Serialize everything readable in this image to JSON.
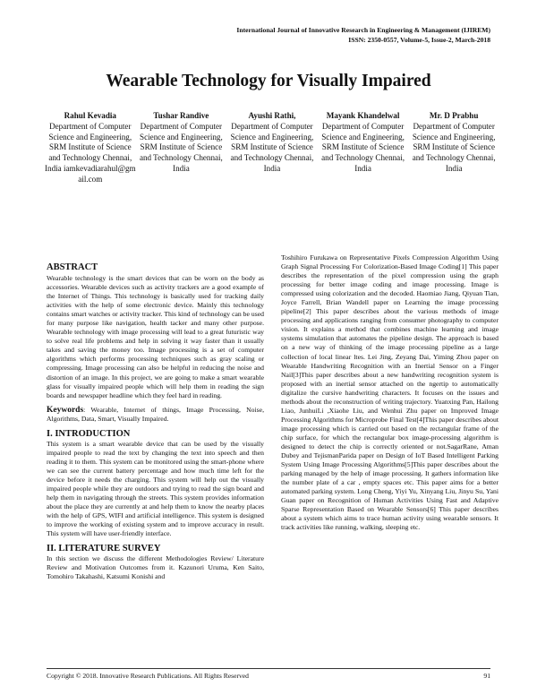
{
  "header": {
    "journal": "International Journal of Innovative Research in Engineering & Management (IJIREM)",
    "issn": "ISSN: 2350-0557, Volume-5, Issue-2, March-2018"
  },
  "title": "Wearable Technology for Visually Impaired",
  "authors": [
    {
      "name": "Rahul Kevadia",
      "affiliation": "Department of Computer Science and Engineering, SRM Institute of Science and Technology Chennai, India iamkevadiarahul@gm ail.com"
    },
    {
      "name": "Tushar Randive",
      "affiliation": "Department of Computer Science and Engineering, SRM Institute of Science and Technology Chennai, India"
    },
    {
      "name": "Ayushi Rathi,",
      "affiliation": "Department of Computer Science and Engineering, SRM Institute of Science and Technology Chennai, India"
    },
    {
      "name": "Mayank Khandelwal",
      "affiliation": "Department of Computer Science and Engineering, SRM Institute of Science and Technology Chennai, India"
    },
    {
      "name": "Mr. D Prabhu",
      "affiliation": "Department of Computer Science and Engineering, SRM Institute of Science and Technology Chennai, India"
    }
  ],
  "abstract": {
    "heading": "ABSTRACT",
    "text": "Wearable technology is the smart devices that can be worn on the body as accessories. Wearable devices such as activity trackers are a good example of the Internet of Things. This technology is basically used for tracking daily activities with the help of some electronic device. Mainly this technology contains smart watches or activity tracker. This kind of technology can be used for many purpose like navigation, health tacker and many other purpose. Wearable technology with image processing will lead to a great futuristic way to solve real life problems and help in solving it way faster than it usually takes and saving the money too. Image processing is a set of computer algorithms which performs processing techniques such as gray scaling or compressing. Image processing can also be helpful in reducing the noise and distortion of an image. In this project, we are going to make a smart wearable glass for visually impaired people which will help them in reading the sign boards and newspaper headline which they feel hard in reading."
  },
  "keywords": {
    "label": "Keywords",
    "text": ": Wearable, Internet of things, Image Processing, Noise, Algorithms, Data, Smart, Visually Impaired."
  },
  "introduction": {
    "heading": "I.   INTRODUCTION",
    "text": "This system is a smart wearable device that can be used by the visually impaired people to read the text by changing the text into speech and then reading it to them. This system can be monitored using the smart-phone where we can see the current battery percentage and how much time left for the device before it needs the charging. This system will help out the visually impaired people while they are outdoors and trying to read the sign board and help them in navigating through the streets. This system provides information about the place they are currently at and help them to know the nearby places with the help of GPS, WIFI and artificial intelligence. This system is designed to improve the working of existing system and to improve accuracy in result. This system will have user-friendly interface."
  },
  "literature": {
    "heading": "II.   LITERATURE SURVEY",
    "text": "In this section we discuss the different Methodologies Review/ Literature Review and Motivation Outcomes from it. Kazunori Uruma, Ken Saito, Tomohiro Takahashi, Katsumi Konishi and"
  },
  "right_column": "Toshihiro Furukawa on Representative Pixels Compression Algorithm Using Graph Signal Processing For Colorization-Based Image Coding[1] This paper describes the representation of the pixel compression using the graph processing for better image coding and image processing. Image is compressed using colorization and the decoded. Haomiao Jiang, Qiyuan Tian, Joyce Farrell, Brian Wandell paper on Learning the image processing pipeline[2] This paper describes about the various methods of image processing and applications ranging from consumer photography to computer vision. It explains a method that combines machine learning and image systems simulation that automates the pipeline design. The approach is based on a new way of thinking of the image processing pipeline as a large collection of local linear ltes. Lei Jing, Zeyang Dai, Yiming Zhou paper on Wearable Handwriting Recognition with an Inertial Sensor on a Finger Nail[3]This paper describes about a new handwriting recognition system is proposed with an inertial sensor attached on the ngertip to automatically digitalize the cursive handwriting characters. It focuses on the issues and methods about the reconstruction of writing trajectory. Yuanxing Pan, Hailong Liao, JunhuiLi ,Xiaohe Liu, and Wenhui Zhu paper on Improved Image Processing Algorithms for Microprobe Final Test[4]This paper describes about image processing which is carried out based on the rectangular frame of the chip surface, for which the rectangular box image-processing algorithm is designed to detect the chip is correctly oriented or not.SagarRane, Aman Dubey and TejismanParida paper on Design of IoT Based Intelligent Parking System Using Image Processing Algorithms[5]This paper describes about the parking managed by the help of image processing. It gathers information like the number plate of a car , empty spaces etc. This paper aims for a better automated parking system. Long Cheng, Yiyi Yu, Xinyang Liu, Jinyu Su, Yani Guan paper on Recognition of Human Activities Using Fast and Adaptive Sparse Representation Based on Wearable Sensors[6] This paper describes about a system which aims to trace human activity using wearable sensors. It track activities like running, walking, sleeping etc.",
  "footer": {
    "copyright": "Copyright © 2018. Innovative Research Publications. All Rights Reserved",
    "page": "91"
  }
}
